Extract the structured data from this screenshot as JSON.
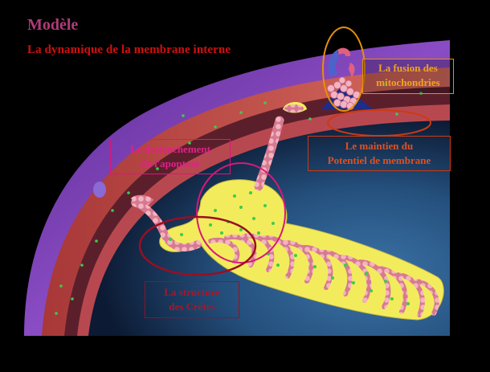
{
  "slide": {
    "title": "Modèle",
    "subtitle": "La dynamique de la membrane interne"
  },
  "labels": {
    "fusion_line1": "La fusion des",
    "fusion_line2": "mitochondries",
    "maintien_line1": "Le maintien du",
    "maintien_line2": "Potentiel de membrane",
    "apoptose_line1": "Le declenchement",
    "apoptose_line2": "de l'apoptose",
    "structure_line1": "La structure",
    "structure_line2": "des Crêtes"
  },
  "colors": {
    "background": "#000000",
    "outer_cytoplasm": "#7a3fb0",
    "outer_membrane": "#c04a48",
    "intermembrane_space": "#5a1f2a",
    "matrix_blue": "#234f7c",
    "cristae_fill": "#f2ee5a",
    "crista_tube": "#e28a9e",
    "protein_green": "#37c24a",
    "title": "#b03a78",
    "subtitle": "#d01010",
    "fusion": "#e6900a",
    "maintien": "#cc3a14",
    "apoptose": "#d8187a",
    "structure": "#9a0e22"
  }
}
